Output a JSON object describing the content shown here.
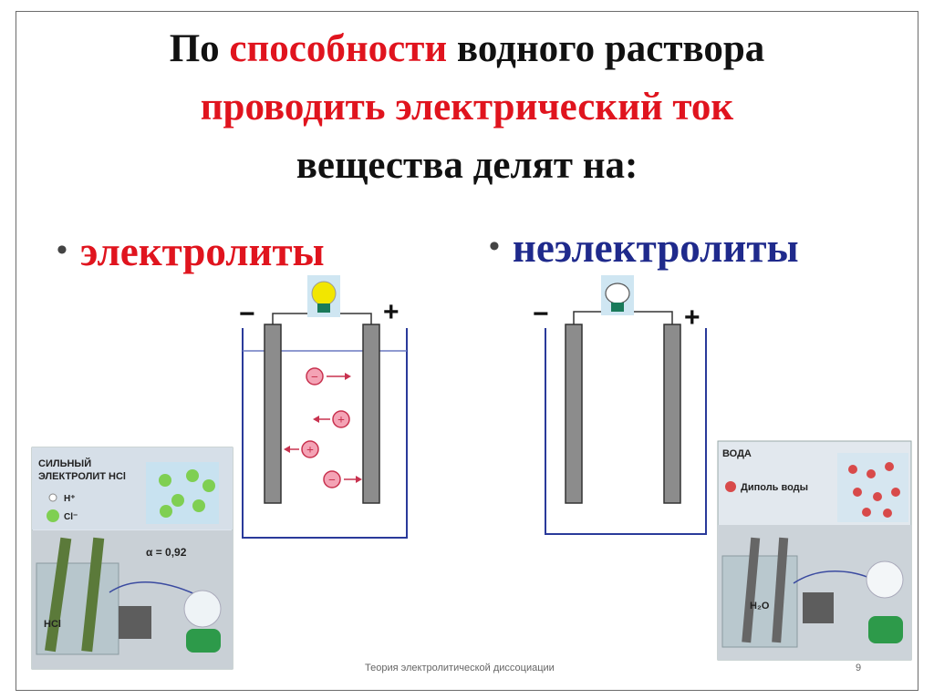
{
  "title": {
    "line1_a": "По ",
    "line1_b": "способности",
    "line1_c": " водного раствора",
    "line2": "проводить электрический ток",
    "line3": "вещества делят на:"
  },
  "categories": {
    "electrolytes": "электролиты",
    "nonelectrolytes": "неэлектролиты",
    "bullet": "•"
  },
  "diagram": {
    "minus": "−",
    "plus": "+",
    "ion_neg": "−",
    "ion_pos": "+"
  },
  "left_photo": {
    "line1": "СИЛЬНЫЙ",
    "line2": "ЭЛЕКТРОЛИТ HCl",
    "h_label": "H⁺",
    "cl_label": "Cl⁻",
    "alpha": "α = 0,92",
    "beaker_label": "HCl"
  },
  "right_photo": {
    "title": "ВОДА",
    "dipole": "Диполь воды",
    "beaker_label": "H₂O"
  },
  "footer": {
    "text": "Теория электролитической диссоциации",
    "page": "9"
  },
  "colors": {
    "red": "#e0141e",
    "blue": "#1f2a8c",
    "vessel": "#2a3a9a",
    "electrode": "#8c8c8c",
    "bulb_on": "#f2e600",
    "ion": "#f4a3b5"
  }
}
